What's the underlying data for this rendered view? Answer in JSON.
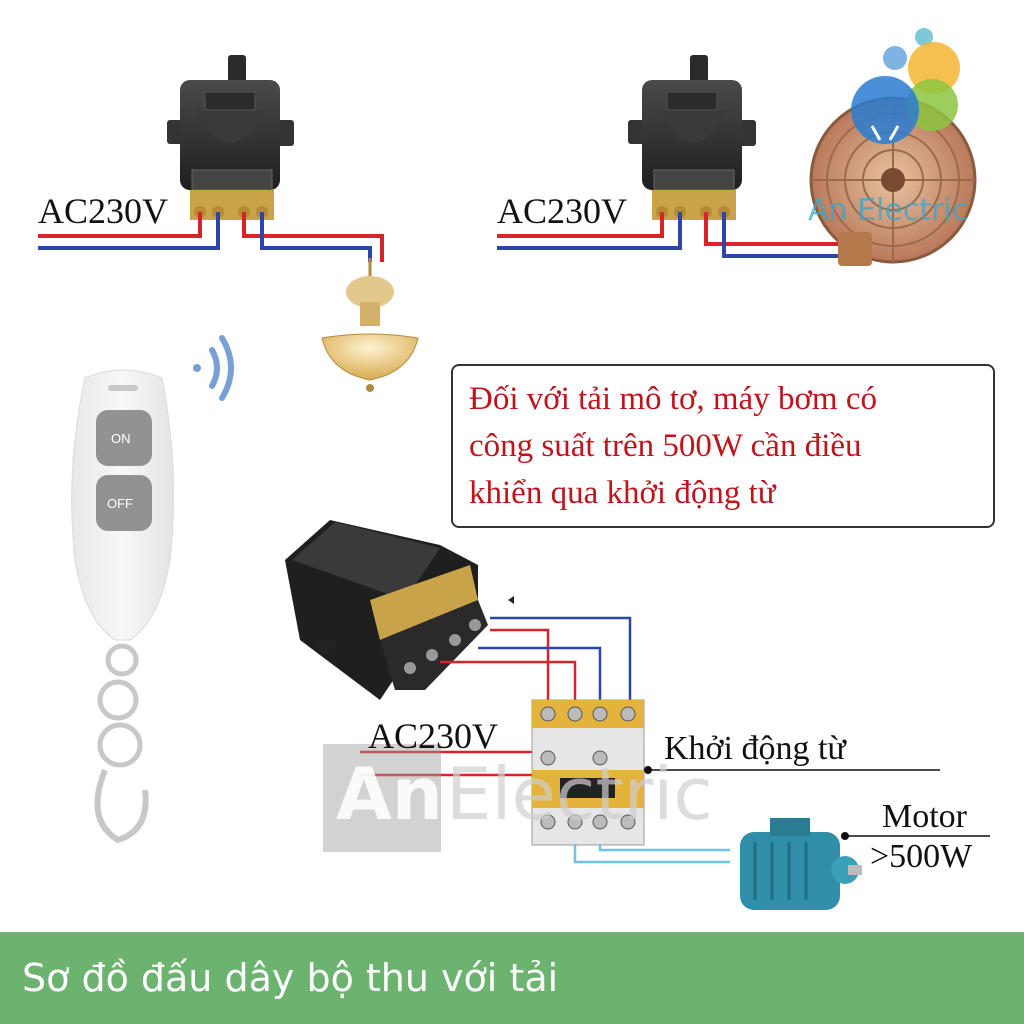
{
  "diagram": {
    "title": "Sơ đồ đấu dây bộ thu với tải",
    "supply_label_1": "AC230V",
    "supply_label_2": "AC230V",
    "supply_label_3": "AC230V",
    "note": "Đối với tải mô tơ, máy bơm có\ncông suất trên 500W cần điều\nkhiển qua khởi động từ",
    "contactor_label": "Khởi động từ",
    "motor_label_line1": "Motor",
    "motor_label_line2": ">500W",
    "remote": {
      "on_label": "ON",
      "off_label": "OFF"
    },
    "watermark": {
      "small": "An Electric",
      "big_first": "An",
      "big_rest": "Electric"
    }
  },
  "colors": {
    "live_wire": "#d9232b",
    "neutral_wire": "#2b46a8",
    "motor_wire": "#6ec3e6",
    "note_text": "#c0141c",
    "footer_bg": "#6bb36f",
    "relay_body": "#2b2b2b",
    "terminal_brass": "#c9a349",
    "motor_body": "#2f8fa8"
  },
  "icons": [
    "relay-module-icon",
    "chandelier-icon",
    "wall-fan-icon",
    "lightbulb-logo-icon",
    "wireless-signal-icon",
    "remote-control-icon",
    "contactor-icon",
    "motor-icon"
  ]
}
